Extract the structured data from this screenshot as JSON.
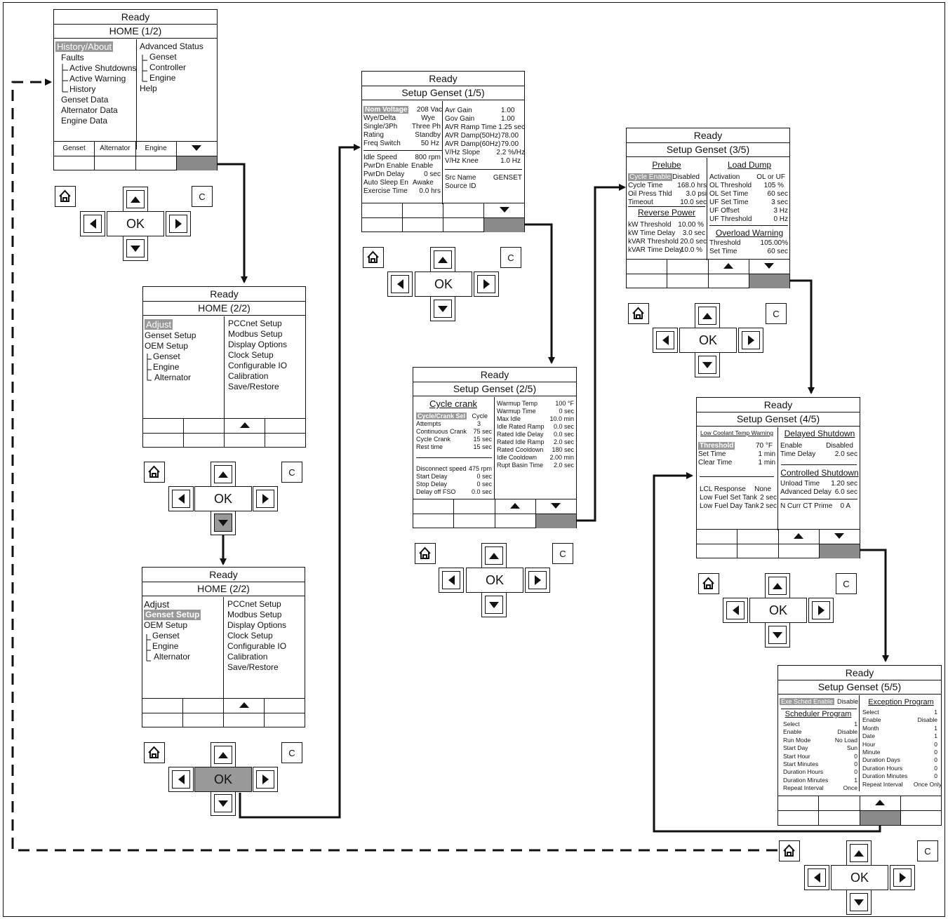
{
  "home1": {
    "status": "Ready",
    "title": "HOME (1/2)",
    "left": [
      "History/About",
      "Faults",
      "Active Shutdowns",
      "Active Warning",
      "History",
      "Genset Data",
      "Alternator Data",
      "Engine Data"
    ],
    "right": [
      "Advanced Status",
      "Genset",
      "Controller",
      "Engine",
      "Help"
    ],
    "softkeys": [
      "Genset",
      "Alternator",
      "Engine"
    ]
  },
  "home2a": {
    "status": "Ready",
    "title": "HOME (2/2)",
    "left": [
      "Adjust",
      "Genset Setup",
      "OEM Setup",
      "Genset",
      "Engine",
      "Alternator"
    ],
    "right": [
      "PCCnet Setup",
      "Modbus Setup",
      "Display Options",
      "Clock Setup",
      "Configurable IO",
      "Calibration",
      "Save/Restore"
    ]
  },
  "home2b": {
    "status": "Ready",
    "title": "HOME (2/2)",
    "left": [
      "Adjust",
      "Genset Setup",
      "OEM Setup",
      "Genset",
      "Engine",
      "Alternator"
    ],
    "right": [
      "PCCnet Setup",
      "Modbus Setup",
      "Display Options",
      "Clock Setup",
      "Configurable IO",
      "Calibration",
      "Save/Restore"
    ]
  },
  "g1": {
    "status": "Ready",
    "title": "Setup Genset (1/5)",
    "left": [
      [
        "Nom Voltage",
        "208 Vac"
      ],
      [
        "Wye/Delta",
        "Wye"
      ],
      [
        "Single/3Ph",
        "Three Ph"
      ],
      [
        "Rating",
        "Standby"
      ],
      [
        "Freq Switch",
        "50 Hz"
      ],
      [
        "Idle Speed",
        "800 rpm"
      ],
      [
        "PwrDn Enable",
        "Enable"
      ],
      [
        "PwrDn Delay",
        "0 sec"
      ],
      [
        "Auto Sleep En",
        "Awake"
      ],
      [
        "Exercise Time",
        "0.0 hrs"
      ]
    ],
    "right": [
      [
        "Avr Gain",
        "1.00"
      ],
      [
        "Gov Gain",
        "1.00"
      ],
      [
        "AVR Ramp Time",
        "1.25 sec"
      ],
      [
        "AVR Damp(50Hz)",
        "78.00"
      ],
      [
        "AVR Damp(60Hz)",
        "79.00"
      ],
      [
        "V/Hz Slope",
        "2.2 %/Hz"
      ],
      [
        "V/Hz Knee",
        "1.0 Hz"
      ],
      [
        "Src Name",
        "GENSET"
      ],
      [
        "Source ID",
        ""
      ]
    ]
  },
  "g2": {
    "status": "Ready",
    "title": "Setup Genset (2/5)",
    "section": "Cycle crank",
    "left": [
      [
        "Cycle/Crank Sel",
        "Cycle"
      ],
      [
        "Attempts",
        "3"
      ],
      [
        "Continuous Crank",
        "75 sec"
      ],
      [
        "Cycle Crank",
        "15 sec"
      ],
      [
        "Rest time",
        "15 sec"
      ],
      [
        "Disconnect speed",
        "475 rpm"
      ],
      [
        "Start Delay",
        "0 sec"
      ],
      [
        "Stop Delay",
        "0 sec"
      ],
      [
        "Delay off FSO",
        "0.0 sec"
      ]
    ],
    "right": [
      [
        "Warmup Temp",
        "100 °F"
      ],
      [
        "Warmup Time",
        "0 sec"
      ],
      [
        "Max Idle",
        "10.0 min"
      ],
      [
        "Idle Rated Ramp",
        "0.0 sec"
      ],
      [
        "Rated Idle Delay",
        "0.0 sec"
      ],
      [
        "Rated Idle Ramp",
        "2.0 sec"
      ],
      [
        "Rated Cooldown",
        "180 sec"
      ],
      [
        "Idle Cooldown",
        "2.00 min"
      ],
      [
        "Rupt Basin Time",
        "2.0 sec"
      ]
    ]
  },
  "g3": {
    "status": "Ready",
    "title": "Setup Genset (3/5)",
    "sec_prelube": "Prelube",
    "sec_loaddump": "Load Dump",
    "sec_revpower": "Reverse Power",
    "sec_overload": "Overload Warning",
    "prelube": [
      [
        "Cycle Enable",
        "Disabled"
      ],
      [
        "Cycle Time",
        "168.0 hrs"
      ],
      [
        "Oil Press Thld",
        "3.0 psi"
      ],
      [
        "Timeout",
        "10.0 sec"
      ]
    ],
    "revpower": [
      [
        "kW Threshold",
        "10.00 %"
      ],
      [
        "kW Time Delay",
        "3.0 sec"
      ],
      [
        "kVAR Threshold",
        "20.0 sec"
      ],
      [
        "kVAR Time Delay",
        "10.0 %"
      ]
    ],
    "loaddump": [
      [
        "Activation",
        "OL or UF"
      ],
      [
        "OL Threshold",
        "105 %"
      ],
      [
        "OL Set Time",
        "60 sec"
      ],
      [
        "UF Set Time",
        "3 sec"
      ],
      [
        "UF Offset",
        "3 Hz"
      ],
      [
        "UF Threshold",
        "0 Hz"
      ]
    ],
    "overload": [
      [
        "Threshold",
        "105.00%"
      ],
      [
        "Set Time",
        "60 sec"
      ]
    ]
  },
  "g4": {
    "status": "Ready",
    "title": "Setup Genset (4/5)",
    "sec_lowcoolant": "Low Coolant Temp Warning",
    "sec_delayed": "Delayed Shutdown",
    "sec_controlled": "Controlled Shutdown",
    "lowcoolant": [
      [
        "Threshold",
        "70 °F"
      ],
      [
        "Set Time",
        "1 min"
      ],
      [
        "Clear Time",
        "1 min"
      ]
    ],
    "lower": [
      [
        "LCL Response",
        "None"
      ],
      [
        "Low Fuel Set Tank",
        "2 sec"
      ],
      [
        "Low Fuel Day Tank",
        "2 sec"
      ]
    ],
    "delayed": [
      [
        "Enable",
        "Disabled"
      ],
      [
        "Time Delay",
        "2.0 sec"
      ]
    ],
    "controlled": [
      [
        "Unload Time",
        "1.20 sec"
      ],
      [
        "Advanced Delay",
        "6.0 sec"
      ],
      [
        "N Curr CT Prime",
        "0 A"
      ]
    ]
  },
  "g5": {
    "status": "Ready",
    "title": "Setup Genset (5/5)",
    "exe": [
      "Exe Sched Enable",
      "Disable"
    ],
    "sec_scheduler": "Scheduler Program",
    "sec_exception": "Exception Program",
    "scheduler": [
      [
        "Select",
        "1"
      ],
      [
        "Enable",
        "Disable"
      ],
      [
        "Run Mode",
        "No Load"
      ],
      [
        "Start Day",
        "Sun"
      ],
      [
        "Start Hour",
        "0"
      ],
      [
        "Start Minutes",
        "0"
      ],
      [
        "Duration Hours",
        "0"
      ],
      [
        "Duration Minutes",
        "1"
      ],
      [
        "Repeat Interval",
        "Once"
      ]
    ],
    "exception": [
      [
        "Select",
        "1"
      ],
      [
        "Enable",
        "Disable"
      ],
      [
        "Month",
        "1"
      ],
      [
        "Date",
        "1"
      ],
      [
        "Hour",
        "0"
      ],
      [
        "Minute",
        "0"
      ],
      [
        "Duration Days",
        "0"
      ],
      [
        "Duration Hours",
        "0"
      ],
      [
        "Duration Minutes",
        "0"
      ],
      [
        "Repeat Interval",
        "Once Only"
      ]
    ]
  },
  "keypad": {
    "ok": "OK",
    "c": "C"
  }
}
